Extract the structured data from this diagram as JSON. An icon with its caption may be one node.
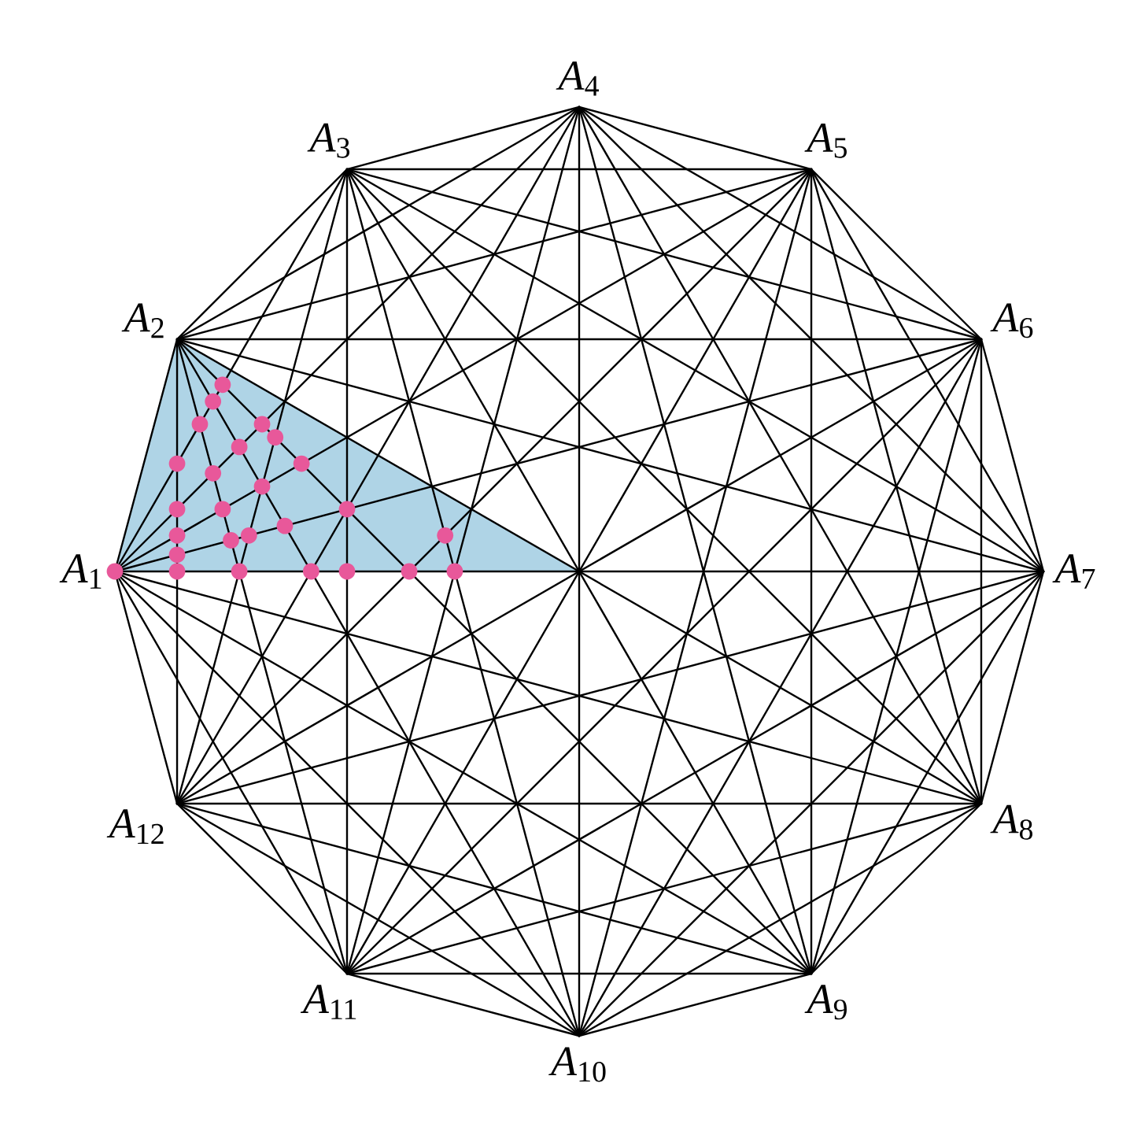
{
  "diagram": {
    "nodes": [
      {
        "text": [
          "*A*$_{1}$"
        ]
      },
      {
        "text": [
          "*A*$_{2}$"
        ]
      },
      {
        "text": [
          "*A*$_{3}$"
        ]
      },
      {
        "text": [
          "*A*$_{4}$"
        ]
      },
      {
        "text": [
          "*A*$_{5}$"
        ]
      },
      {
        "text": [
          "*A*$_{6}$"
        ]
      },
      {
        "text": [
          "*A*$_{7}$"
        ]
      },
      {
        "text": [
          "*A*$_{8}$"
        ]
      },
      {
        "text": [
          "*A*$_{9}$"
        ]
      },
      {
        "text": [
          "*A*$_{10}$"
        ]
      },
      {
        "text": [
          "*A*$_{11}$"
        ]
      },
      {
        "text": [
          "*A*$_{12}$"
        ]
      }
    ],
    "edges": [
      {
        "from": 0,
        "to": 1,
        "arrow": "none"
      },
      {
        "from": 0,
        "to": 2,
        "arrow": "none"
      },
      {
        "from": 0,
        "to": 3,
        "arrow": "none"
      },
      {
        "from": 0,
        "to": 4,
        "arrow": "none"
      },
      {
        "from": 0,
        "to": 5,
        "arrow": "none"
      },
      {
        "from": 0,
        "to": 6,
        "arrow": "none"
      },
      {
        "from": 0,
        "to": 7,
        "arrow": "none"
      },
      {
        "from": 0,
        "to": 8,
        "arrow": "none"
      },
      {
        "from": 0,
        "to": 9,
        "arrow": "none"
      },
      {
        "from": 0,
        "to": 10,
        "arrow": "none"
      },
      {
        "from": 0,
        "to": 11,
        "arrow": "none"
      },
      {
        "from": 1,
        "to": 2,
        "arrow": "none"
      },
      {
        "from": 1,
        "to": 3,
        "arrow": "none"
      },
      {
        "from": 1,
        "to": 4,
        "arrow": "none"
      },
      {
        "from": 1,
        "to": 5,
        "arrow": "none"
      },
      {
        "from": 1,
        "to": 6,
        "arrow": "none"
      },
      {
        "from": 1,
        "to": 7,
        "arrow": "none"
      },
      {
        "from": 1,
        "to": 8,
        "arrow": "none"
      },
      {
        "from": 1,
        "to": 9,
        "arrow": "none"
      },
      {
        "from": 1,
        "to": 10,
        "arrow": "none"
      },
      {
        "from": 1,
        "to": 11,
        "arrow": "none"
      },
      {
        "from": 2,
        "to": 3,
        "arrow": "none"
      },
      {
        "from": 2,
        "to": 4,
        "arrow": "none"
      },
      {
        "from": 2,
        "to": 5,
        "arrow": "none"
      },
      {
        "from": 2,
        "to": 6,
        "arrow": "none"
      },
      {
        "from": 2,
        "to": 7,
        "arrow": "none"
      },
      {
        "from": 2,
        "to": 8,
        "arrow": "none"
      },
      {
        "from": 2,
        "to": 9,
        "arrow": "none"
      },
      {
        "from": 2,
        "to": 10,
        "arrow": "none"
      },
      {
        "from": 2,
        "to": 11,
        "arrow": "none"
      },
      {
        "from": 3,
        "to": 4,
        "arrow": "none"
      },
      {
        "from": 3,
        "to": 5,
        "arrow": "none"
      },
      {
        "from": 3,
        "to": 6,
        "arrow": "none"
      },
      {
        "from": 3,
        "to": 7,
        "arrow": "none"
      },
      {
        "from": 3,
        "to": 8,
        "arrow": "none"
      },
      {
        "from": 3,
        "to": 9,
        "arrow": "none"
      },
      {
        "from": 3,
        "to": 10,
        "arrow": "none"
      },
      {
        "from": 3,
        "to": 11,
        "arrow": "none"
      },
      {
        "from": 4,
        "to": 5,
        "arrow": "none"
      },
      {
        "from": 4,
        "to": 6,
        "arrow": "none"
      },
      {
        "from": 4,
        "to": 7,
        "arrow": "none"
      },
      {
        "from": 4,
        "to": 8,
        "arrow": "none"
      },
      {
        "from": 4,
        "to": 9,
        "arrow": "none"
      },
      {
        "from": 4,
        "to": 10,
        "arrow": "none"
      },
      {
        "from": 4,
        "to": 11,
        "arrow": "none"
      },
      {
        "from": 5,
        "to": 6,
        "arrow": "none"
      },
      {
        "from": 5,
        "to": 7,
        "arrow": "none"
      },
      {
        "from": 5,
        "to": 8,
        "arrow": "none"
      },
      {
        "from": 5,
        "to": 9,
        "arrow": "none"
      },
      {
        "from": 5,
        "to": 10,
        "arrow": "none"
      },
      {
        "from": 5,
        "to": 11,
        "arrow": "none"
      },
      {
        "from": 6,
        "to": 7,
        "arrow": "none"
      },
      {
        "from": 6,
        "to": 8,
        "arrow": "none"
      },
      {
        "from": 6,
        "to": 9,
        "arrow": "none"
      },
      {
        "from": 6,
        "to": 10,
        "arrow": "none"
      },
      {
        "from": 6,
        "to": 11,
        "arrow": "none"
      },
      {
        "from": 7,
        "to": 8,
        "arrow": "none"
      },
      {
        "from": 7,
        "to": 9,
        "arrow": "none"
      },
      {
        "from": 7,
        "to": 10,
        "arrow": "none"
      },
      {
        "from": 7,
        "to": 11,
        "arrow": "none"
      },
      {
        "from": 8,
        "to": 9,
        "arrow": "none"
      },
      {
        "from": 8,
        "to": 10,
        "arrow": "none"
      },
      {
        "from": 8,
        "to": 11,
        "arrow": "none"
      },
      {
        "from": 9,
        "to": 10,
        "arrow": "none"
      },
      {
        "from": 9,
        "to": 11,
        "arrow": "none"
      },
      {
        "from": 10,
        "to": 11,
        "arrow": "none"
      }
    ]
  }
}
